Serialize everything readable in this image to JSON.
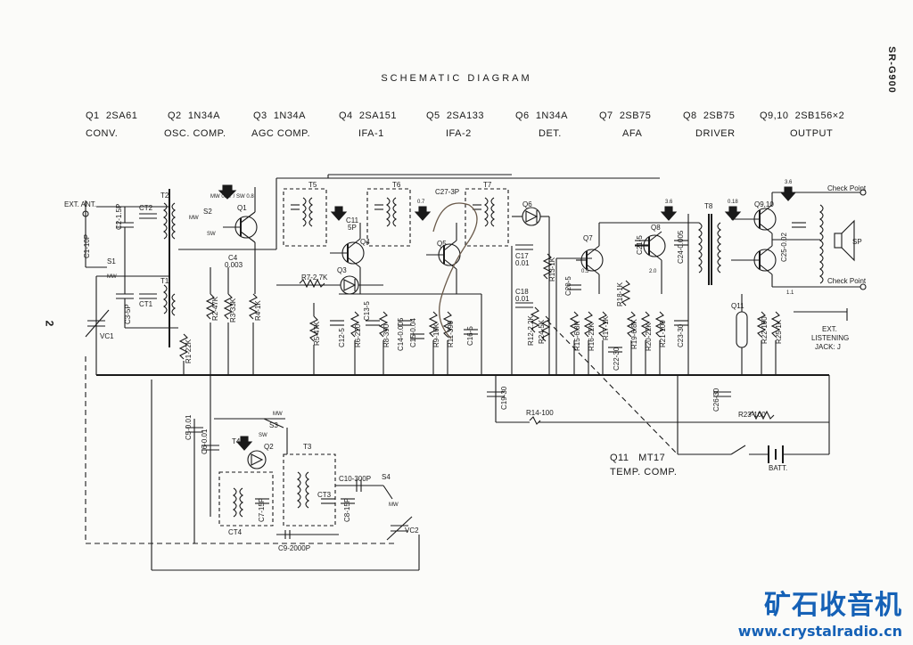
{
  "header": {
    "title": "SCHEMATIC DIAGRAM",
    "model": "SR-G900",
    "page_number": "2"
  },
  "transistors": [
    {
      "ref": "Q1",
      "type": "2SA61",
      "function": "CONV."
    },
    {
      "ref": "Q2",
      "type": "1N34A",
      "function": "OSC. COMP."
    },
    {
      "ref": "Q3",
      "type": "1N34A",
      "function": "AGC COMP."
    },
    {
      "ref": "Q4",
      "type": "2SA151",
      "function": "IFA-1"
    },
    {
      "ref": "Q5",
      "type": "2SA133",
      "function": "IFA-2"
    },
    {
      "ref": "Q6",
      "type": "1N34A",
      "function": "DET."
    },
    {
      "ref": "Q7",
      "type": "2SB75",
      "function": "AFA"
    },
    {
      "ref": "Q8",
      "type": "2SB75",
      "function": "DRIVER"
    },
    {
      "ref": "Q9,10",
      "type": "2SB156×2",
      "function": "OUTPUT"
    }
  ],
  "q11": {
    "ref": "Q11",
    "type": "MT17",
    "function": "TEMP. COMP."
  },
  "labels": {
    "ext_ant": "EXT. ANT.",
    "check_point": "Check Point",
    "sp": "SP",
    "jack_1": "EXT.",
    "jack_2": "LISTENING",
    "jack_3": "JACK: J",
    "batt": "BATT."
  },
  "components": {
    "C1": "C1-10P",
    "C2": "C2-1.5P",
    "C3": "C3-5P",
    "C4_1": "C4",
    "C4_2": "0.003",
    "C5": "C5-0.01",
    "C6": "C6-0.01",
    "C7": "C7-15P",
    "C8": "C8-15P",
    "C9": "C9-2000P",
    "C10": "C10-300P",
    "C11_1": "C11",
    "C11_2": "5P",
    "C12": "C12-5",
    "C13": "C13-5",
    "C14": "C14-0.005",
    "C15": "C15-0.04",
    "C16": "C16-5",
    "C17_1": "C17",
    "C17_2": "0.01",
    "C18_1": "C18",
    "C18_2": "0.01",
    "C19": "C19-30",
    "C20": "C20-5",
    "C21": "C21-5",
    "C22": "C22-30",
    "C23": "C23-30",
    "C24": "C24-0.005",
    "C25": "C25-0.02",
    "C26": "C26-30",
    "C27": "C27-3P",
    "R1": "R1-22K",
    "R2": "R2-47K",
    "R3": "R3-33K",
    "R4": "R4-1K",
    "R5": "R5-47K",
    "R6": "R6-220",
    "R7": "R7-2.7K",
    "R8": "R8-390",
    "R9": "R9-10K",
    "R11": "R11-390",
    "R12": "R12-2.2K",
    "R13": "R13-1K",
    "R14": "R14-100",
    "R15": "R15-6.8K",
    "R16": "R16-22K",
    "R17": "R17-1K",
    "R18": "R18-1K",
    "R19": "R19-6.8K",
    "R20": "R20-22K",
    "R21": "R21-100",
    "R22": "R22-100",
    "R23": "R23-100",
    "R24": "R24-5K",
    "R25": "R25-1K",
    "T1": "T1",
    "T2": "T2",
    "T3": "T3",
    "T4": "T4",
    "T5": "T5",
    "T6": "T6",
    "T7": "T7",
    "T8": "T8",
    "CT1": "CT1",
    "CT2": "CT2",
    "CT3": "CT3",
    "CT4": "CT4",
    "VC1": "VC1",
    "VC2": "VC2",
    "S1": "S1",
    "S2": "S2",
    "S3": "S3",
    "S4": "S4",
    "sw_mw": "MW",
    "sw_sw": "SW"
  },
  "voltages": {
    "q1": "MW 0.47 / SW 0.8",
    "q4": "0.7",
    "q7": "0.5",
    "q8": "2.0",
    "t8": "0.18",
    "vcc": "3.6",
    "q9": "3.6",
    "q10": "1.1"
  },
  "watermark": {
    "cn": "矿石收音机",
    "url": "www.crystalradio.cn"
  }
}
